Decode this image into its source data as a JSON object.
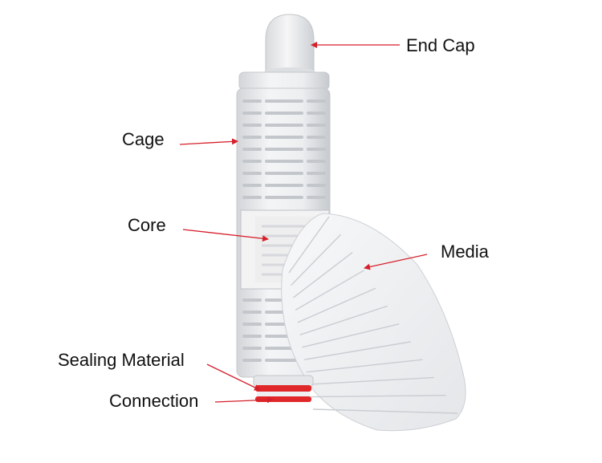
{
  "labels": {
    "end_cap": "End Cap",
    "cage": "Cage",
    "core": "Core",
    "media": "Media",
    "sealing_material": "Sealing Material",
    "connection": "Connection"
  },
  "colors": {
    "arrow": "#d61f2a",
    "oring": "#e0282a",
    "body": "#e9eaec",
    "slot": "#c3c6cb",
    "media": "#f2f3f5",
    "pleat_line": "#c9ccd2",
    "label": "#111111"
  }
}
